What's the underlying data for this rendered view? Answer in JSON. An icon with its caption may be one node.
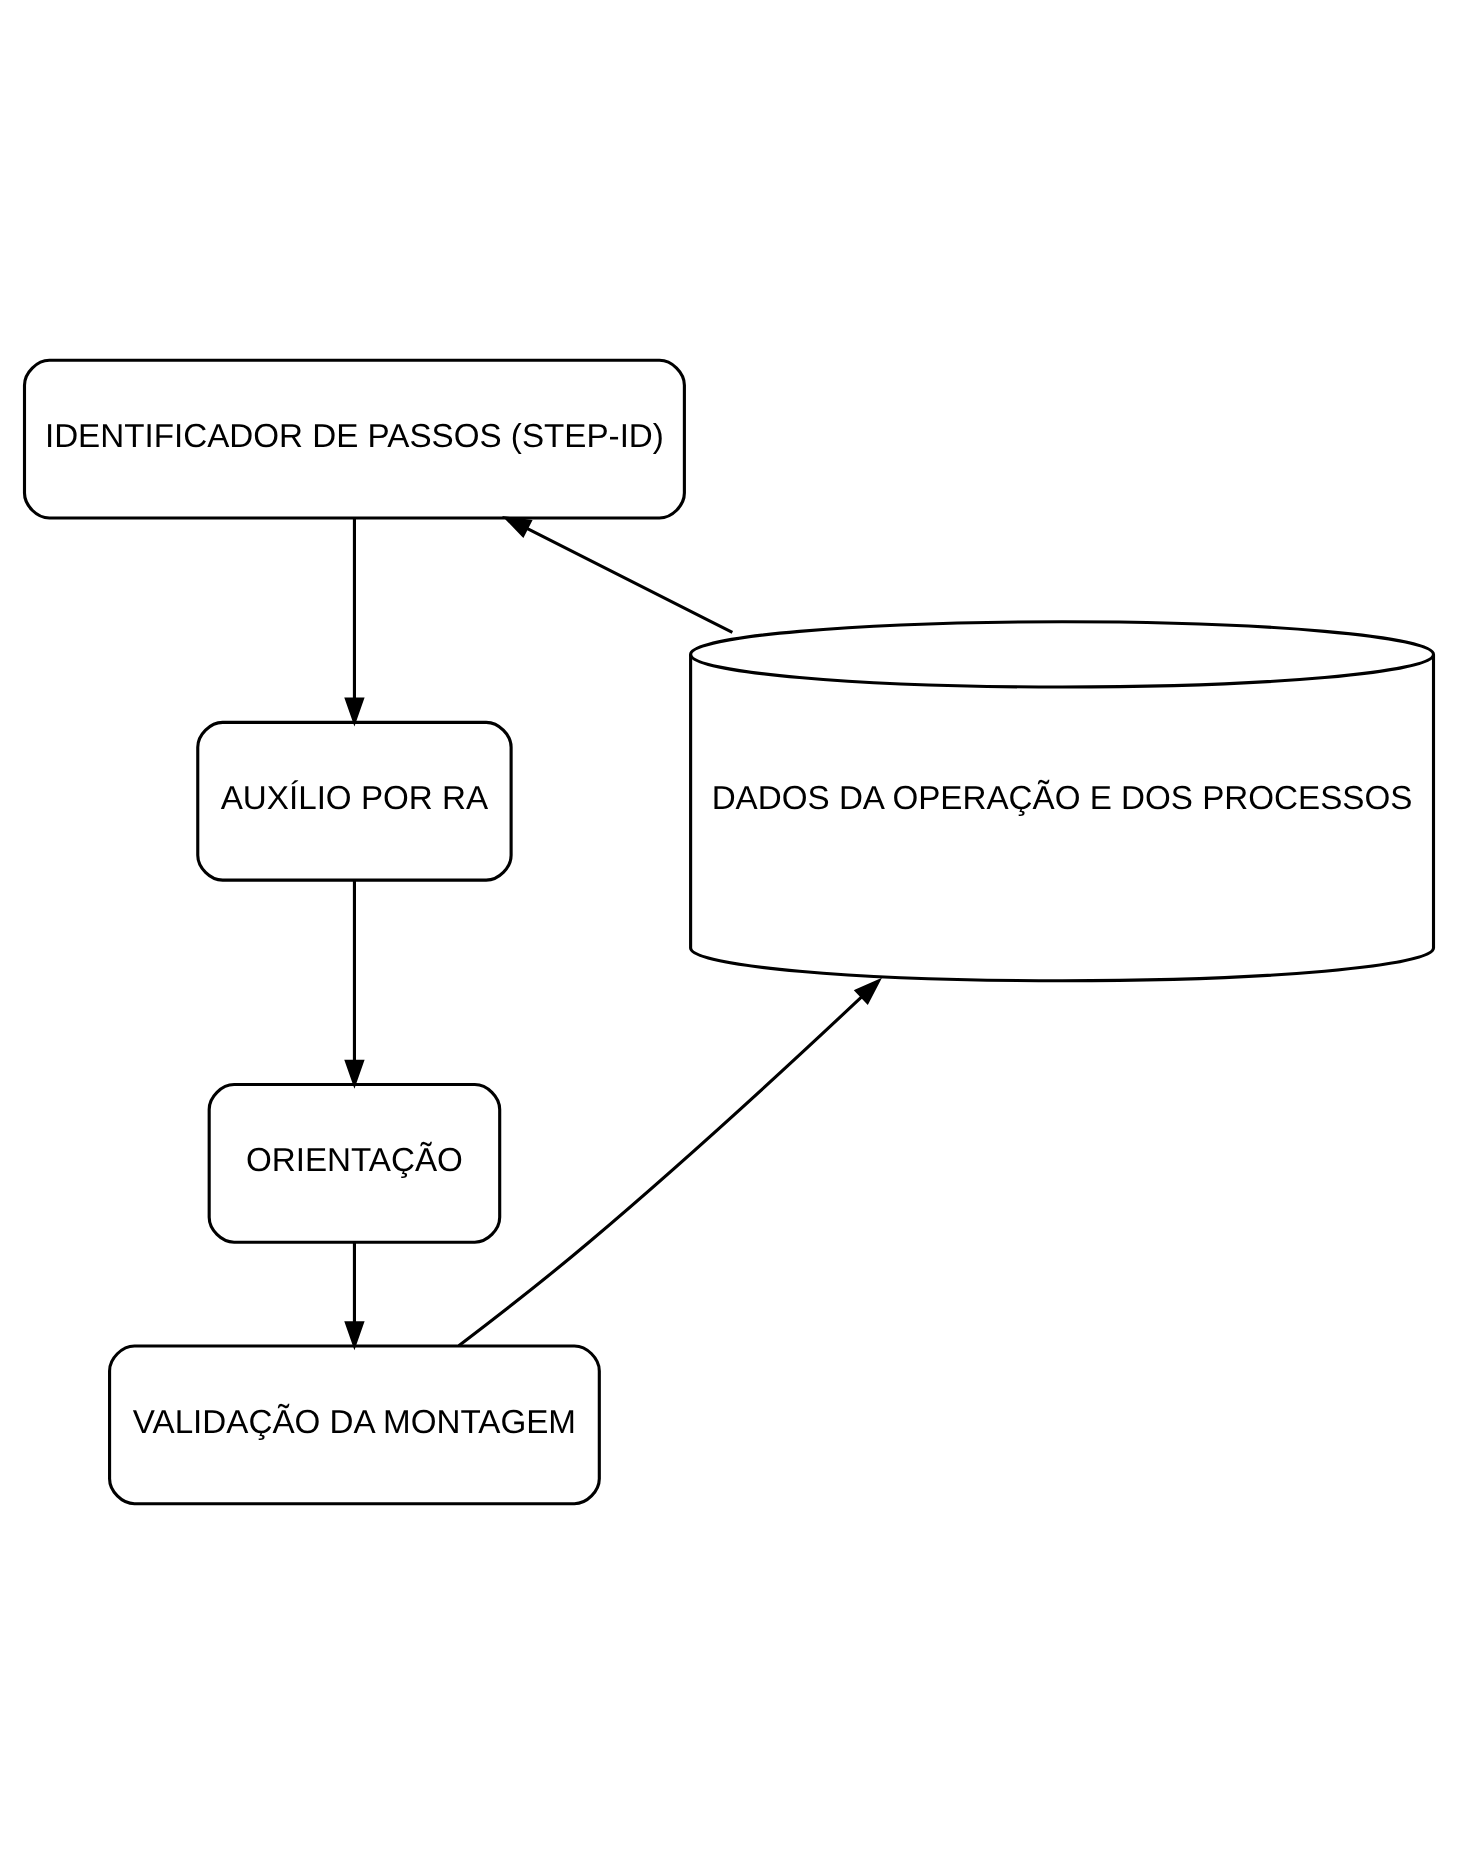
{
  "diagram": {
    "nodes": [
      {
        "text": [
          "IDENTIFICADOR DE PASSOS (STEP-ID)"
        ]
      },
      {
        "text": [
          "AUXÍLIO POR RA"
        ]
      },
      {
        "text": [
          "ORIENTAÇÃO"
        ]
      },
      {
        "text": [
          "VALIDAÇÃO DA MONTAGEM"
        ]
      },
      {
        "text": [
          "DADOS DA OPERAÇÃO E DOS PROCESSOS"
        ]
      }
    ],
    "edges": [
      {
        "from": 4,
        "to": 0,
        "arrow": "to"
      },
      {
        "from": 0,
        "to": 1,
        "arrow": "to"
      },
      {
        "from": 1,
        "to": 2,
        "arrow": "to"
      },
      {
        "from": 2,
        "to": 3,
        "arrow": "to"
      },
      {
        "from": 3,
        "to": 4,
        "arrow": "to"
      }
    ]
  }
}
